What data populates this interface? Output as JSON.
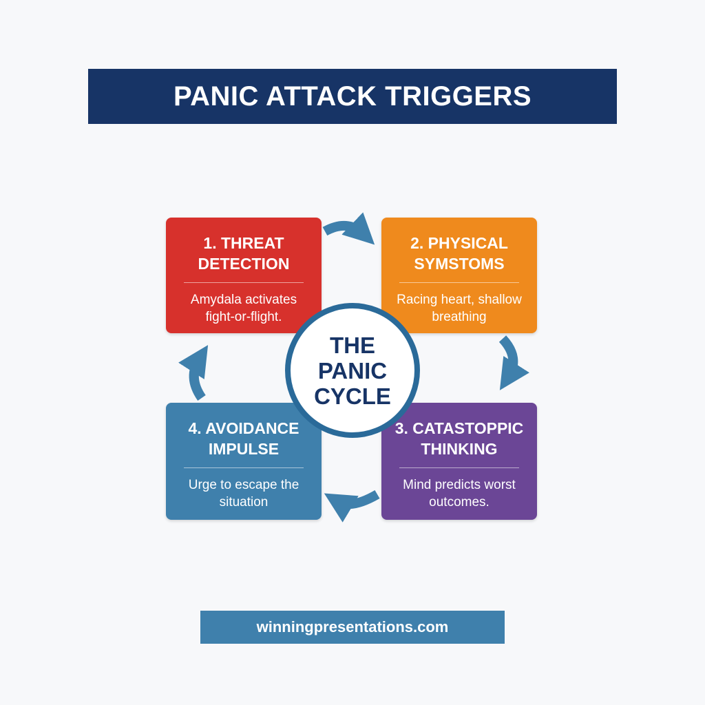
{
  "title": "PANIC ATTACK TRIGGERS",
  "center": {
    "label": "THE PANIC CYCLE"
  },
  "steps": [
    {
      "title": "1. THREAT DETECTION",
      "description": "Amydala activates fight-or-flight.",
      "color": "#d7312c"
    },
    {
      "title": "2. PHYSICAL SYMSTOMS",
      "description": "Racing heart, shallow breathing",
      "color": "#ef8a1d"
    },
    {
      "title": "3. CATASTOPPIC THINKING",
      "description": "Mind predicts worst outcomes.",
      "color": "#6b4696"
    },
    {
      "title": "4. AVOIDANCE IMPULSE",
      "description": "Urge to escape the situation",
      "color": "#3f80ac"
    }
  ],
  "arrow_color": "#3f80ac",
  "title_bar_color": "#173466",
  "footer": {
    "text": "winningpresentations.com"
  }
}
